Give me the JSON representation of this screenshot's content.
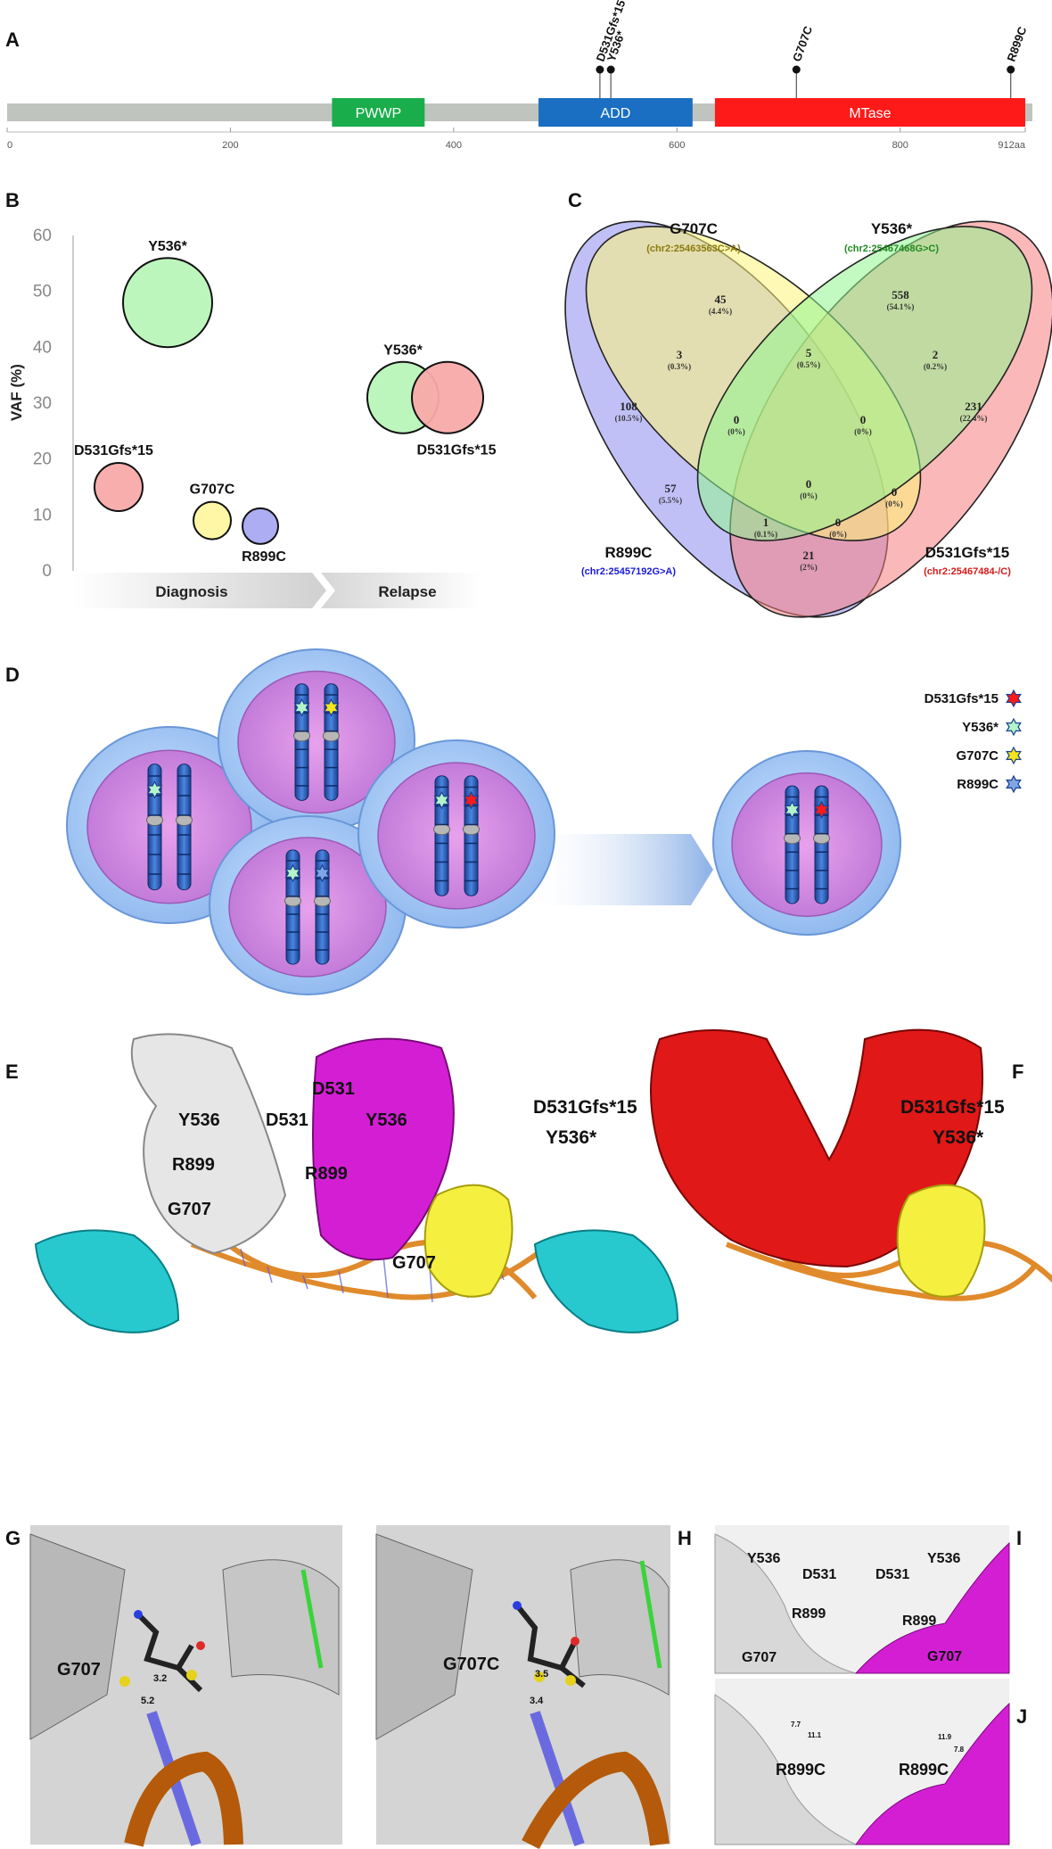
{
  "panels": {
    "a": "A",
    "b": "B",
    "c": "C",
    "d": "D",
    "e": "E",
    "f": "F",
    "g": "G",
    "h": "H",
    "i": "I",
    "j": "J"
  },
  "domain_map": {
    "axis_ticks": [
      "0",
      "200",
      "400",
      "600",
      "800",
      "912aa"
    ],
    "domains": [
      {
        "name": "PWWP",
        "start": 291,
        "end": 374,
        "color": "#1aad4b"
      },
      {
        "name": "ADD",
        "start": 476,
        "end": 614,
        "color": "#1a6fc2"
      },
      {
        "name": "MTase",
        "start": 634,
        "end": 912,
        "color": "#ff1a1a"
      }
    ],
    "mutations": [
      {
        "label": "D531Gfs*15",
        "pos": 531
      },
      {
        "label": "Y536*",
        "pos": 536
      },
      {
        "label": "G707C",
        "pos": 707
      },
      {
        "label": "R899C",
        "pos": 899
      }
    ]
  },
  "chart_data": {
    "type": "scatter",
    "ylabel": "VAF (%)",
    "ylim": [
      0,
      60
    ],
    "yticks": [
      "0",
      "10",
      "20",
      "30",
      "40",
      "50",
      "60"
    ],
    "categories": [
      "Diagnosis",
      "Relapse"
    ],
    "points": [
      {
        "label": "Y536*",
        "group": "Diagnosis",
        "vaf": 48,
        "color": "#b9f5b9"
      },
      {
        "label": "D531Gfs*15",
        "group": "Diagnosis",
        "vaf": 15,
        "color": "#f9aaaa"
      },
      {
        "label": "G707C",
        "group": "Diagnosis",
        "vaf": 9,
        "color": "#fff7a0"
      },
      {
        "label": "R899C",
        "group": "Diagnosis",
        "vaf": 8,
        "color": "#a9a9f2"
      },
      {
        "label": "Y536*",
        "group": "Relapse",
        "vaf": 31,
        "color": "#b9f5b9"
      },
      {
        "label": "D531Gfs*15",
        "group": "Relapse",
        "vaf": 31,
        "color": "#f9aaaa"
      }
    ]
  },
  "venn": {
    "sets": [
      {
        "name": "G707C",
        "sub": "(chr2:25463563C>A)",
        "sub_color": "#8c7a0a"
      },
      {
        "name": "Y536*",
        "sub": "(chr2:25467468G>C)",
        "sub_color": "#1f8a1f"
      },
      {
        "name": "R899C",
        "sub": "(chr2:25457192G>A)",
        "sub_color": "#1a1ad6"
      },
      {
        "name": "D531Gfs*15",
        "sub": "(chr2:25467484-/C)",
        "sub_color": "#d61a1a"
      }
    ],
    "regions": [
      {
        "n": "45",
        "p": "(4.4%)"
      },
      {
        "n": "558",
        "p": "(54.1%)"
      },
      {
        "n": "108",
        "p": "(10.5%)"
      },
      {
        "n": "231",
        "p": "(22.4%)"
      },
      {
        "n": "3",
        "p": "(0.3%)"
      },
      {
        "n": "5",
        "p": "(0.5%)"
      },
      {
        "n": "2",
        "p": "(0.2%)"
      },
      {
        "n": "0",
        "p": "(0%)"
      },
      {
        "n": "0",
        "p": "(0%)"
      },
      {
        "n": "57",
        "p": "(5.5%)"
      },
      {
        "n": "0",
        "p": "(0%)"
      },
      {
        "n": "0",
        "p": "(0%)"
      },
      {
        "n": "1",
        "p": "(0.1%)"
      },
      {
        "n": "0",
        "p": "(0%)"
      },
      {
        "n": "21",
        "p": "(2%)"
      }
    ]
  },
  "legend_d": [
    {
      "label": "D531Gfs*15",
      "color": "#ff1a1a"
    },
    {
      "label": "Y536*",
      "color": "#b3f5c8"
    },
    {
      "label": "G707C",
      "color": "#f5e51a"
    },
    {
      "label": "R899C",
      "color": "#7fa6e6"
    }
  ],
  "structure_labels": {
    "e": [
      "Y536",
      "D531",
      "R899",
      "G707",
      "D531",
      "Y536",
      "R899",
      "G707"
    ],
    "f": [
      "D531Gfs*15",
      "Y536*",
      "D531Gfs*15",
      "Y536*"
    ],
    "g": [
      "G707",
      "3.2",
      "5.2"
    ],
    "h": [
      "G707C",
      "3.5",
      "3.4"
    ],
    "i": [
      "Y536",
      "D531",
      "R899",
      "G707",
      "D531",
      "Y536",
      "R899",
      "G707"
    ],
    "j": [
      "R899C",
      "R899C",
      "7.7",
      "11.1",
      "11.9",
      "7.8"
    ]
  }
}
